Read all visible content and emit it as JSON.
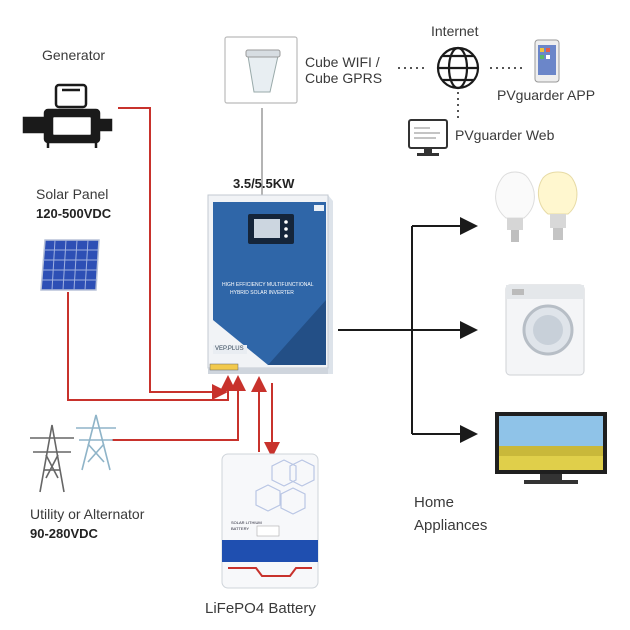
{
  "sources": {
    "generator": {
      "label": "Generator"
    },
    "solar": {
      "label": "Solar Panel",
      "range": "120-500VDC"
    },
    "utility": {
      "label": "Utility or Alternator",
      "range": "90-280VDC"
    }
  },
  "inverter": {
    "rating": "3.5/5.5KW",
    "front_text_1": "HIGH EFFICIENCY MULTIFUNCTIONAL",
    "front_text_2": "HYBRID SOLAR INVERTER",
    "model": "VEP.PLUS"
  },
  "battery": {
    "label": "LiFePO4 Battery",
    "panel_text_1": "SOLAR LITHIUM",
    "panel_text_2": "BATTERY"
  },
  "monitoring": {
    "module": "Cube WIFI /",
    "module_2": "Cube GPRS",
    "internet": "Internet",
    "app": "PVguarder APP",
    "web": "PVguarder Web"
  },
  "loads": {
    "label_1": "Home",
    "label_2": "Appliances"
  },
  "colors": {
    "power_line": "#c8322c",
    "output_line": "#1a1a1a",
    "inverter_blue": "#2f66a8",
    "battery_blue": "#1f4fb0"
  }
}
